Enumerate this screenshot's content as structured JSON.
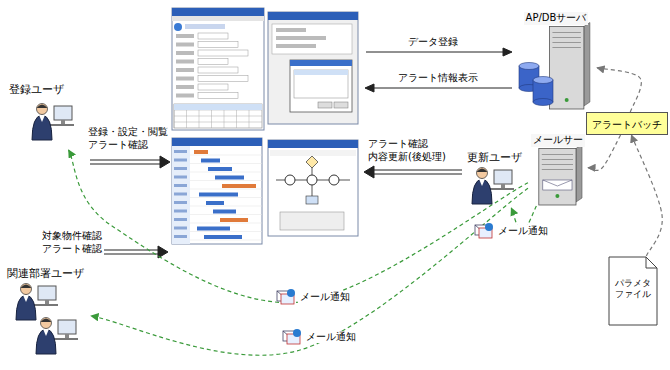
{
  "diagram": {
    "nodes": [
      {
        "text": [
          "登録ユーザ"
        ]
      },
      {
        "text": [
          "AP/DBサーバ"
        ]
      },
      {
        "text": [
          "アラートバッチ"
        ]
      },
      {
        "text": [
          "メールサー"
        ]
      },
      {
        "text": [
          "パラメタ ファイル"
        ]
      },
      {
        "text": [
          "更新ユーザ"
        ]
      },
      {
        "text": [
          "関連部署ユーザ"
        ]
      }
    ],
    "edges": [
      {
        "from": 3,
        "to": 5,
        "arrow": "to",
        "label": "メール通知"
      },
      {
        "from": 3,
        "to": 0,
        "arrow": "to",
        "label": "メール通知"
      },
      {
        "from": 3,
        "to": 6,
        "arrow": "to",
        "label": "メール通知"
      },
      {
        "from": 2,
        "to": 1,
        "arrow": "to"
      },
      {
        "from": 2,
        "to": 3,
        "arrow": "to"
      },
      {
        "from": 4,
        "to": 2,
        "arrow": "to"
      }
    ],
    "labels": [
      "登録・設定・閲覧 アラート確認",
      "データ登録",
      "アラート情報表示",
      "アラート確認 内容更新(後処理)",
      "対象物件確認 アラート確認"
    ]
  }
}
